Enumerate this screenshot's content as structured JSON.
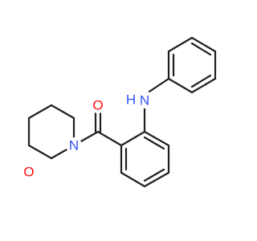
{
  "molecule": {
    "atoms": {
      "carbonyl_oxygen": {
        "label": "O",
        "color": "#ff0d0d"
      },
      "morpholine_nitrogen": {
        "label": "N",
        "color": "#3050f8"
      },
      "morpholine_oxygen": {
        "label": "O",
        "color": "#ff0d0d"
      },
      "amine": {
        "label": "N",
        "sublabel": "H",
        "color": "#3050f8"
      }
    },
    "bond_color": "#202020"
  }
}
